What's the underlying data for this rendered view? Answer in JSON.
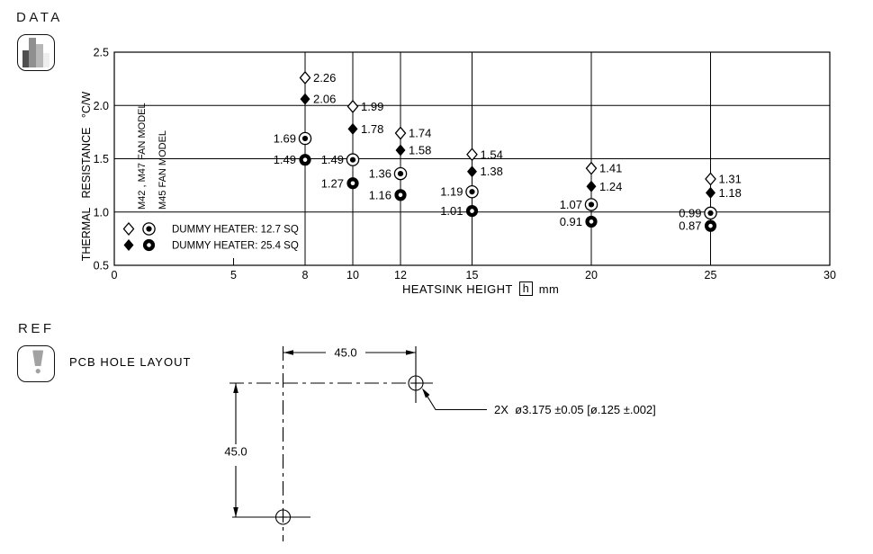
{
  "page": {
    "background": "#ffffff",
    "ink": "#000000"
  },
  "sections": {
    "data": {
      "label": "DATA",
      "icon": "bar-chart-icon"
    },
    "ref": {
      "label": "REF",
      "icon": "exclamation-icon",
      "title": "PCB HOLE LAYOUT"
    }
  },
  "chart_data": {
    "type": "scatter",
    "title": "",
    "xlabel": "HEATSINK HEIGHT",
    "xlabel_symbol": "h",
    "xlabel_unit": "mm",
    "ylabel": "THERMAL RESISTANCE °C/W",
    "xlim": [
      0,
      30
    ],
    "ylim": [
      0.5,
      2.5
    ],
    "x_ticks": [
      0,
      5,
      8,
      10,
      12,
      15,
      20,
      25,
      30
    ],
    "y_ticks": [
      0.5,
      1.0,
      1.5,
      2.0,
      2.5
    ],
    "x_gridlines": [
      8,
      10,
      12,
      15,
      20,
      25
    ],
    "y_gridlines": [
      1.0,
      1.5,
      2.0
    ],
    "grid": true,
    "legend_position": "inside-bottom-left",
    "x": [
      8,
      10,
      12,
      15,
      20,
      25
    ],
    "series": [
      {
        "name": "M42/M47 fan model, dummy heater 12.7 SQ",
        "marker": "diamond-open",
        "values": [
          2.26,
          1.99,
          1.74,
          1.54,
          1.41,
          1.31
        ]
      },
      {
        "name": "M42/M47 fan model, dummy heater 25.4 SQ",
        "marker": "diamond-filled",
        "values": [
          2.06,
          1.78,
          1.58,
          1.38,
          1.24,
          1.18
        ]
      },
      {
        "name": "M45 fan model, dummy heater 12.7 SQ",
        "marker": "circle-double",
        "values": [
          1.69,
          1.49,
          1.36,
          1.19,
          1.07,
          0.99
        ]
      },
      {
        "name": "M45 fan model, dummy heater 25.4 SQ",
        "marker": "circle-donut",
        "values": [
          1.49,
          1.27,
          1.16,
          1.01,
          0.91,
          0.87
        ]
      }
    ],
    "annotations": [
      "M42 , M47 FAN MODEL",
      "M45 FAN MODEL"
    ],
    "legend": [
      {
        "markers": [
          "diamond-open",
          "circle-double"
        ],
        "label": "DUMMY HEATER: 12.7 SQ"
      },
      {
        "markers": [
          "diamond-filled",
          "circle-donut"
        ],
        "label": "DUMMY HEATER: 25.4 SQ"
      }
    ]
  },
  "drawing": {
    "dim_horizontal": "45.0",
    "dim_vertical": "45.0",
    "hole_note": "2X  ø3.175 ±0.05 [ø.125 ±.002]",
    "hole_count": 2
  }
}
